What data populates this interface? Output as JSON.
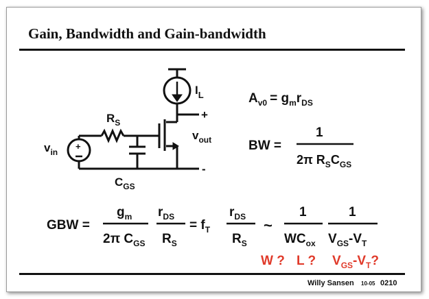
{
  "slide": {
    "title": "Gain, Bandwidth and Gain-bandwidth",
    "footer": {
      "author": "Willy Sansen",
      "date": "10-05",
      "number": "0210"
    }
  },
  "circuit": {
    "labels": {
      "rs": {
        "main": "R",
        "sub": "S"
      },
      "cgs": {
        "main": "C",
        "sub": "GS"
      },
      "vin": {
        "main": "v",
        "sub": "in"
      },
      "il": {
        "main": "I",
        "sub": "L"
      },
      "vout": {
        "main": "v",
        "sub": "out"
      },
      "plus": "+",
      "minus": "-"
    }
  },
  "equations": {
    "av0": {
      "a": "A",
      "a_sub": "v0",
      "eq": "= g",
      "gm_sub": "m",
      "r": "r",
      "r_sub": "DS"
    },
    "bw": {
      "lhs": "BW =",
      "num": "1",
      "den_pre": "2π R",
      "den_sub1": "S",
      "den_c": "C",
      "den_sub2": "GS"
    },
    "gbw": {
      "lhs": "GBW =",
      "f1_num_g": "g",
      "f1_num_sub": "m",
      "f1_den_pre": "2π C",
      "f1_den_sub": "GS",
      "f2_num_r": "r",
      "f2_num_sub": "DS",
      "f2_den_r": "R",
      "f2_den_sub": "S",
      "eq_ft": "= f",
      "ft_sub": "T",
      "f3_num_r": "r",
      "f3_num_sub": "DS",
      "f3_den_r": "R",
      "f3_den_sub": "S",
      "approx": "~",
      "f4_num": "1",
      "f4_den_pre": "WC",
      "f4_den_sub": "ox",
      "f5_num": "1",
      "f5_den_v": "V",
      "f5_den_sub1": "GS",
      "f5_den_mid": "-V",
      "f5_den_sub2": "T"
    },
    "questions": {
      "w": "W ?",
      "l": "L ?",
      "v": "V",
      "v_sub1": "GS",
      "v_mid": "-V",
      "v_sub2": "T",
      "v_end": "?",
      "color": "#e03a2a"
    }
  }
}
